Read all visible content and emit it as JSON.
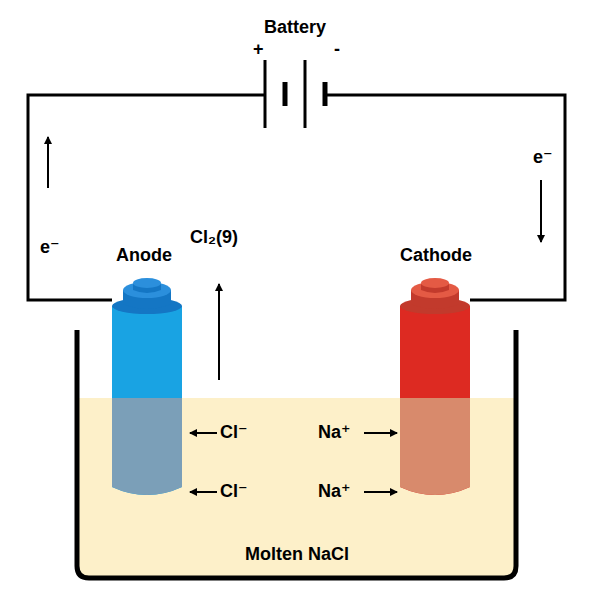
{
  "diagram": {
    "nodes": [
      {
        "text": [
          "Battery"
        ]
      },
      {
        "text": [
          "Anode"
        ]
      },
      {
        "text": [
          "Cathode"
        ]
      }
    ],
    "edges": [
      {
        "from": 1,
        "to": 0,
        "arrow": "none"
      },
      {
        "from": 0,
        "to": 2,
        "arrow": "none"
      }
    ],
    "labels": [
      "+",
      "-",
      "e⁻",
      "e⁻",
      "Cl₂(9)",
      "Cl⁻",
      "Cl⁻",
      "Na⁺",
      "Na⁺",
      "Molten NaCl"
    ]
  }
}
